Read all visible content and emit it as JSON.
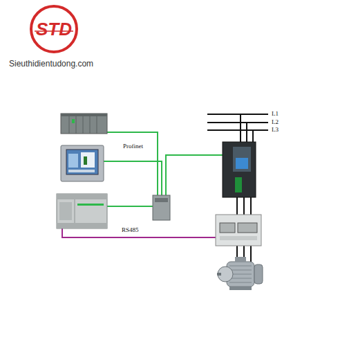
{
  "diagram": {
    "labels": [
      "STD",
      "Sieuthidientudong.com",
      "Profinet",
      "RS485",
      "L1",
      "L2",
      "L3"
    ]
  }
}
